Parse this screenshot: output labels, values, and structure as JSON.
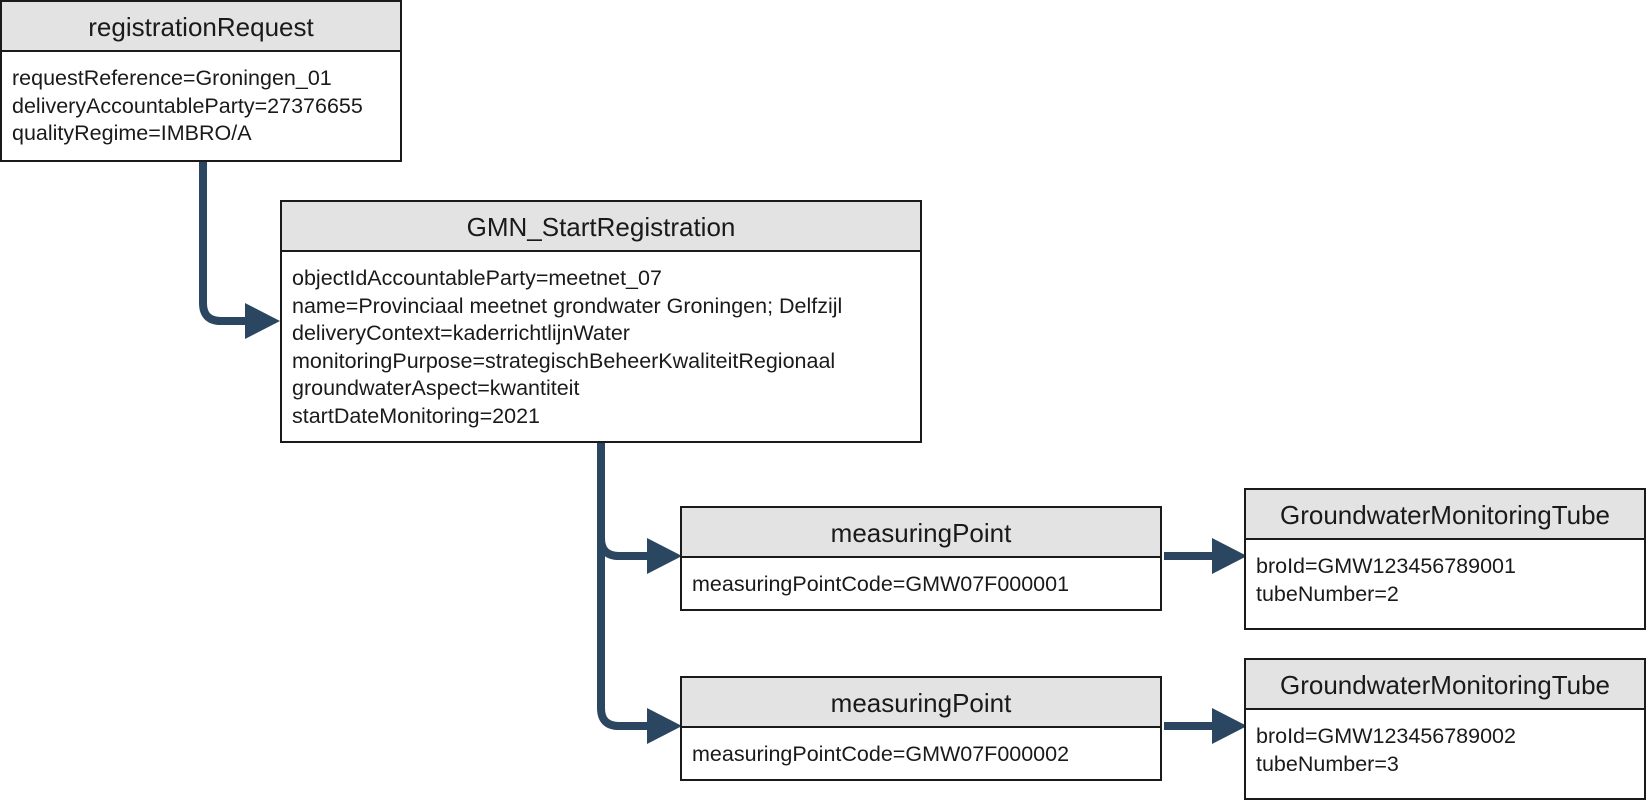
{
  "colors": {
    "connector": "#2b4660",
    "header_fill": "#e3e3e3",
    "border": "#1a1a1a"
  },
  "nodes": {
    "registration_request": {
      "title": "registrationRequest",
      "attributes": [
        "requestReference=Groningen_01",
        "deliveryAccountableParty=27376655",
        "qualityRegime=IMBRO/A"
      ]
    },
    "gmn_start_registration": {
      "title": "GMN_StartRegistration",
      "attributes": [
        "objectIdAccountableParty=meetnet_07",
        "name=Provinciaal meetnet grondwater Groningen; Delfzijl",
        "deliveryContext=kaderrichtlijnWater",
        "monitoringPurpose=strategischBeheerKwaliteitRegionaal",
        "groundwaterAspect=kwantiteit",
        "startDateMonitoring=2021"
      ]
    },
    "measuring_point_1": {
      "title": "measuringPoint",
      "attributes": [
        "measuringPointCode=GMW07F000001"
      ]
    },
    "measuring_point_2": {
      "title": "measuringPoint",
      "attributes": [
        "measuringPointCode=GMW07F000002"
      ]
    },
    "tube_1": {
      "title": "GroundwaterMonitoringTube",
      "attributes": [
        "broId=GMW123456789001",
        "tubeNumber=2"
      ]
    },
    "tube_2": {
      "title": "GroundwaterMonitoringTube",
      "attributes": [
        "broId=GMW123456789002",
        "tubeNumber=3"
      ]
    }
  }
}
